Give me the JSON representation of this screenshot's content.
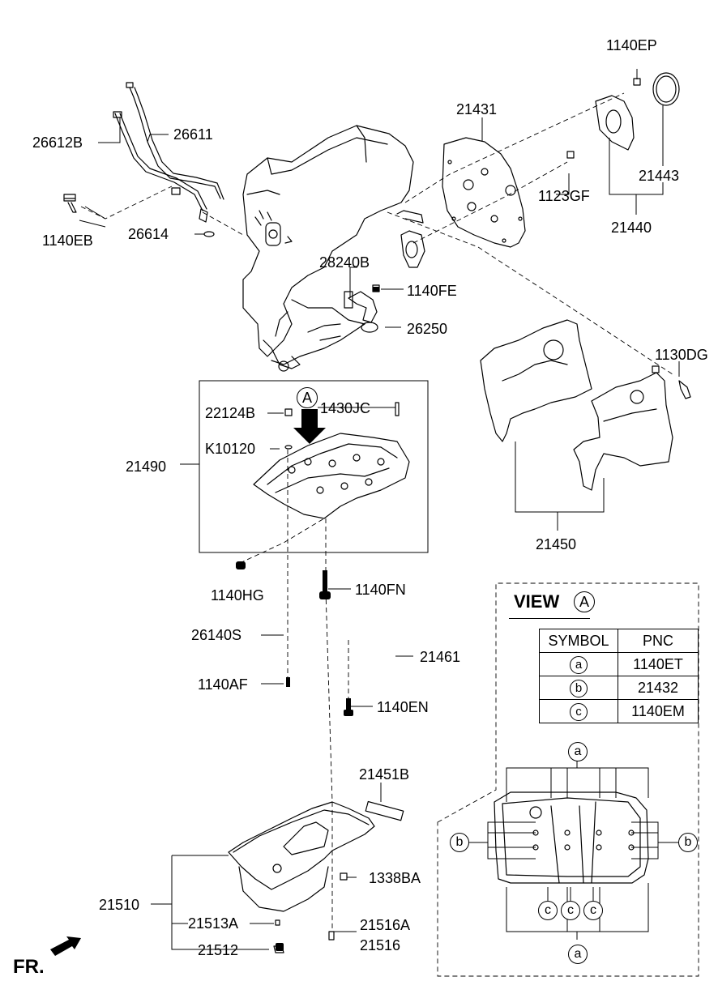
{
  "parts": [
    {
      "id": "1140EP"
    },
    {
      "id": "21431"
    },
    {
      "id": "26612B"
    },
    {
      "id": "26611"
    },
    {
      "id": "21443"
    },
    {
      "id": "1123GF"
    },
    {
      "id": "1140EB"
    },
    {
      "id": "26614"
    },
    {
      "id": "21440"
    },
    {
      "id": "28240B"
    },
    {
      "id": "1140FE"
    },
    {
      "id": "26250"
    },
    {
      "id": "1130DG"
    },
    {
      "id": "22124B"
    },
    {
      "id": "1430JC"
    },
    {
      "id": "K10120"
    },
    {
      "id": "21490"
    },
    {
      "id": "21450"
    },
    {
      "id": "1140HG"
    },
    {
      "id": "1140FN"
    },
    {
      "id": "26140S"
    },
    {
      "id": "21461"
    },
    {
      "id": "1140AF"
    },
    {
      "id": "1140EN"
    },
    {
      "id": "21451B"
    },
    {
      "id": "1338BA"
    },
    {
      "id": "21510"
    },
    {
      "id": "21513A"
    },
    {
      "id": "21516A"
    },
    {
      "id": "21516"
    },
    {
      "id": "21512"
    }
  ],
  "detail_marker": "A",
  "view": {
    "title": "VIEW",
    "marker": "A",
    "table_headers": [
      "SYMBOL",
      "PNC"
    ],
    "rows": [
      {
        "symbol": "a",
        "pnc": "1140ET"
      },
      {
        "symbol": "b",
        "pnc": "21432"
      },
      {
        "symbol": "c",
        "pnc": "1140EM"
      }
    ],
    "callouts": {
      "a": "a",
      "b": "b",
      "c": "c"
    }
  },
  "direction_label": "FR."
}
